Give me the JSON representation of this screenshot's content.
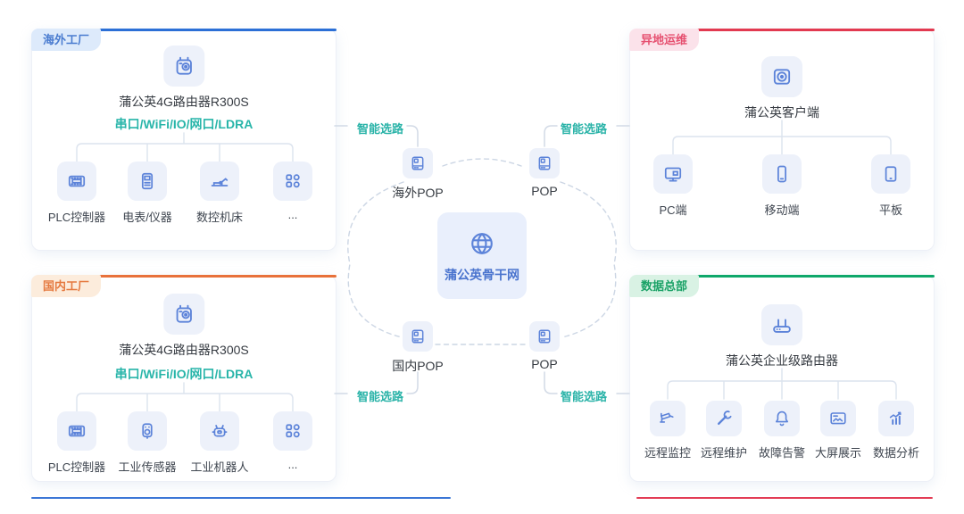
{
  "colors": {
    "accent_blue": "#2b6fd6",
    "accent_red": "#e23950",
    "accent_orange": "#e8713a",
    "accent_green": "#0ea76a",
    "teal": "#28b5a9",
    "icon_blue": "#5c83d9",
    "hub_text": "#4a74ce",
    "tile_bg": "#edf1fa"
  },
  "panels": {
    "overseas_factory": {
      "tag": "海外工厂",
      "device_label": "蒲公英4G路由器R300S",
      "ports": "串口/WiFi/IO/网口/LDRA",
      "items": [
        {
          "label": "PLC控制器",
          "icon": "plc-icon"
        },
        {
          "label": "电表/仪器",
          "icon": "meter-icon"
        },
        {
          "label": "数控机床",
          "icon": "cnc-machine-icon"
        },
        {
          "label": "...",
          "icon": "more-devices-icon"
        }
      ]
    },
    "domestic_factory": {
      "tag": "国内工厂",
      "device_label": "蒲公英4G路由器R300S",
      "ports": "串口/WiFi/IO/网口/LDRA",
      "items": [
        {
          "label": "PLC控制器",
          "icon": "plc-icon"
        },
        {
          "label": "工业传感器",
          "icon": "sensor-icon"
        },
        {
          "label": "工业机器人",
          "icon": "robot-icon"
        },
        {
          "label": "...",
          "icon": "more-devices-icon"
        }
      ]
    },
    "remote_ops": {
      "tag": "异地运维",
      "device_label": "蒲公英客户端",
      "items": [
        {
          "label": "PC端",
          "icon": "pc-icon"
        },
        {
          "label": "移动端",
          "icon": "phone-icon"
        },
        {
          "label": "平板",
          "icon": "tablet-icon"
        }
      ]
    },
    "data_hq": {
      "tag": "数据总部",
      "device_label": "蒲公英企业级路由器",
      "items": [
        {
          "label": "远程监控",
          "icon": "cctv-icon"
        },
        {
          "label": "远程维护",
          "icon": "wrench-icon"
        },
        {
          "label": "故障告警",
          "icon": "bell-icon"
        },
        {
          "label": "大屏展示",
          "icon": "screen-display-icon"
        },
        {
          "label": "数据分析",
          "icon": "bar-chart-icon"
        }
      ]
    }
  },
  "backbone": {
    "hub_label": "蒲公英骨干网",
    "hub_icon": "globe-icon",
    "pop_top_left": "海外POP",
    "pop_top_right": "POP",
    "pop_bottom_left": "国内POP",
    "pop_bottom_right": "POP"
  },
  "routing": {
    "top_left": "智能选路",
    "top_right": "智能选路",
    "bottom_left": "智能选路",
    "bottom_right": "智能选路"
  }
}
